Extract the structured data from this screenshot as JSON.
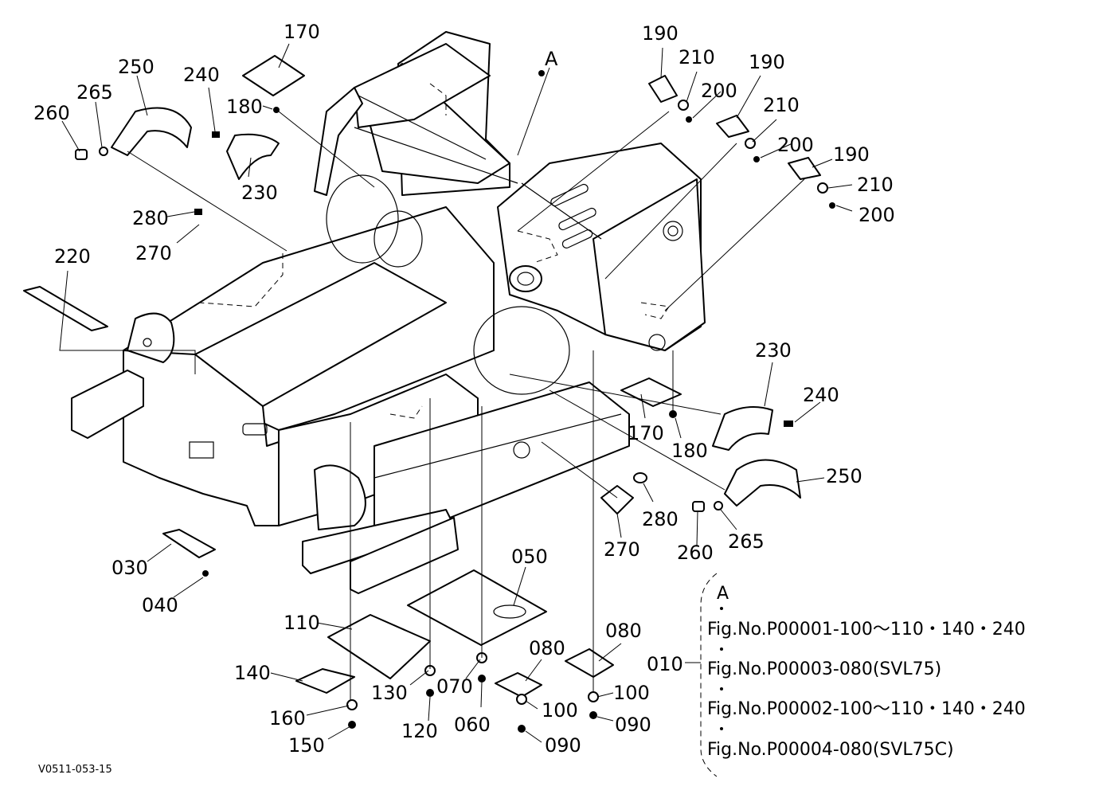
{
  "drawing_code": "V0511-053-15",
  "callouts": [
    {
      "id": "c170a",
      "label": "170"
    },
    {
      "id": "c180a",
      "label": "180"
    },
    {
      "id": "c250a",
      "label": "250"
    },
    {
      "id": "c265a",
      "label": "265"
    },
    {
      "id": "c260a",
      "label": "260"
    },
    {
      "id": "c240a",
      "label": "240"
    },
    {
      "id": "c230a",
      "label": "230"
    },
    {
      "id": "c280a",
      "label": "280"
    },
    {
      "id": "c270a",
      "label": "270"
    },
    {
      "id": "c220",
      "label": "220"
    },
    {
      "id": "cA",
      "label": "A"
    },
    {
      "id": "c190a",
      "label": "190"
    },
    {
      "id": "c210a",
      "label": "210"
    },
    {
      "id": "c200a",
      "label": "200"
    },
    {
      "id": "c190b",
      "label": "190"
    },
    {
      "id": "c210b",
      "label": "210"
    },
    {
      "id": "c200b",
      "label": "200"
    },
    {
      "id": "c190c",
      "label": "190"
    },
    {
      "id": "c210c",
      "label": "210"
    },
    {
      "id": "c200c",
      "label": "200"
    },
    {
      "id": "c230b",
      "label": "230"
    },
    {
      "id": "c240b",
      "label": "240"
    },
    {
      "id": "c170b",
      "label": "170"
    },
    {
      "id": "c180b",
      "label": "180"
    },
    {
      "id": "c250b",
      "label": "250"
    },
    {
      "id": "c280b",
      "label": "280"
    },
    {
      "id": "c260b",
      "label": "260"
    },
    {
      "id": "c265b",
      "label": "265"
    },
    {
      "id": "c270b",
      "label": "270"
    },
    {
      "id": "c030",
      "label": "030"
    },
    {
      "id": "c040",
      "label": "040"
    },
    {
      "id": "c050",
      "label": "050"
    },
    {
      "id": "c110",
      "label": "110"
    },
    {
      "id": "c080a",
      "label": "080"
    },
    {
      "id": "c080b",
      "label": "080"
    },
    {
      "id": "c140",
      "label": "140"
    },
    {
      "id": "c130",
      "label": "130"
    },
    {
      "id": "c070",
      "label": "070"
    },
    {
      "id": "c100a",
      "label": "100"
    },
    {
      "id": "c010",
      "label": "010"
    },
    {
      "id": "c160",
      "label": "160"
    },
    {
      "id": "c120",
      "label": "120"
    },
    {
      "id": "c060",
      "label": "060"
    },
    {
      "id": "c100b",
      "label": "100"
    },
    {
      "id": "c090a",
      "label": "090"
    },
    {
      "id": "c150",
      "label": "150"
    },
    {
      "id": "c090b",
      "label": "090"
    }
  ],
  "reference_box": {
    "title": "A",
    "lines": [
      "Fig.No.P00001-100～110・140・240",
      "Fig.No.P00003-080(SVL75)",
      "Fig.No.P00002-100～110・140・240",
      "Fig.No.P00004-080(SVL75C)"
    ]
  }
}
